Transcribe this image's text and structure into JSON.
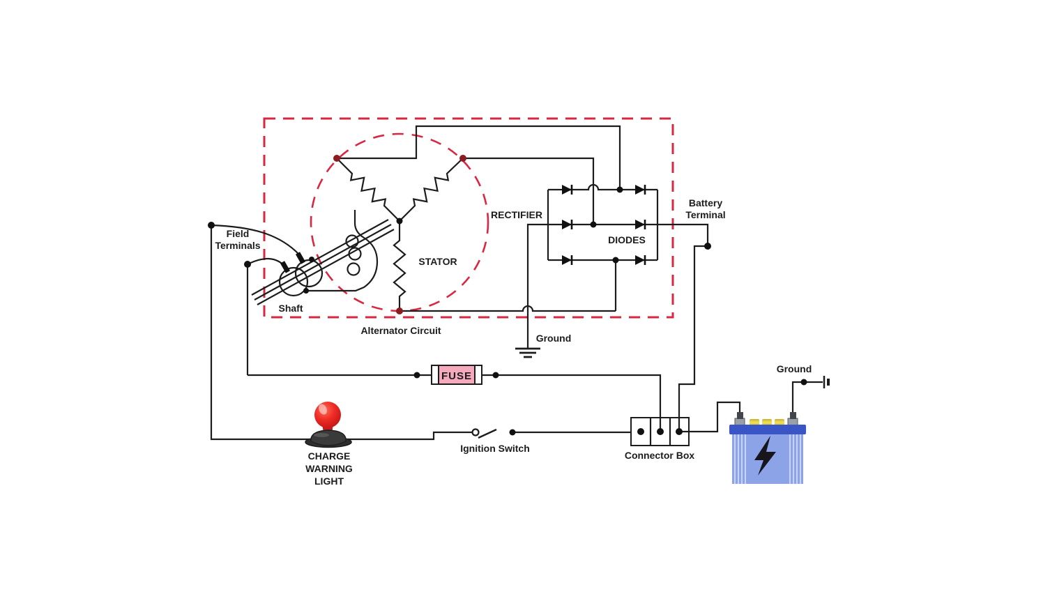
{
  "diagram": {
    "labels": {
      "field_line1": "Field",
      "field_line2": "Terminals",
      "shaft": "Shaft",
      "stator": "STATOR",
      "rectifier": "RECTIFIER",
      "diodes": "DIODES",
      "battery_terminal_line1": "Battery",
      "battery_terminal_line2": "Terminal",
      "ground_rectifier": "Ground",
      "alternator_circuit": "Alternator Circuit",
      "fuse": "FUSE",
      "charge_line1": "CHARGE",
      "charge_line2": "WARNING",
      "charge_line3": "LIGHT",
      "ignition_switch": "Ignition Switch",
      "connector_box": "Connector Box",
      "ground_battery": "Ground"
    },
    "colors": {
      "wire": "#1c1c1c",
      "dashed_red": "#d92742",
      "terminal_dot_red": "#8b1c20",
      "fuse_fill": "#f4a9bc",
      "fuse_text": "#533b42",
      "battery_body": "#8ca3e8",
      "battery_top": "#3a55c6",
      "battery_stripe": "#c9d4f7",
      "battery_cap_yellow": "#e6d23e",
      "bolt_black": "#16161c",
      "light_red": "#e42525",
      "light_base": "#3a3a3a"
    }
  }
}
